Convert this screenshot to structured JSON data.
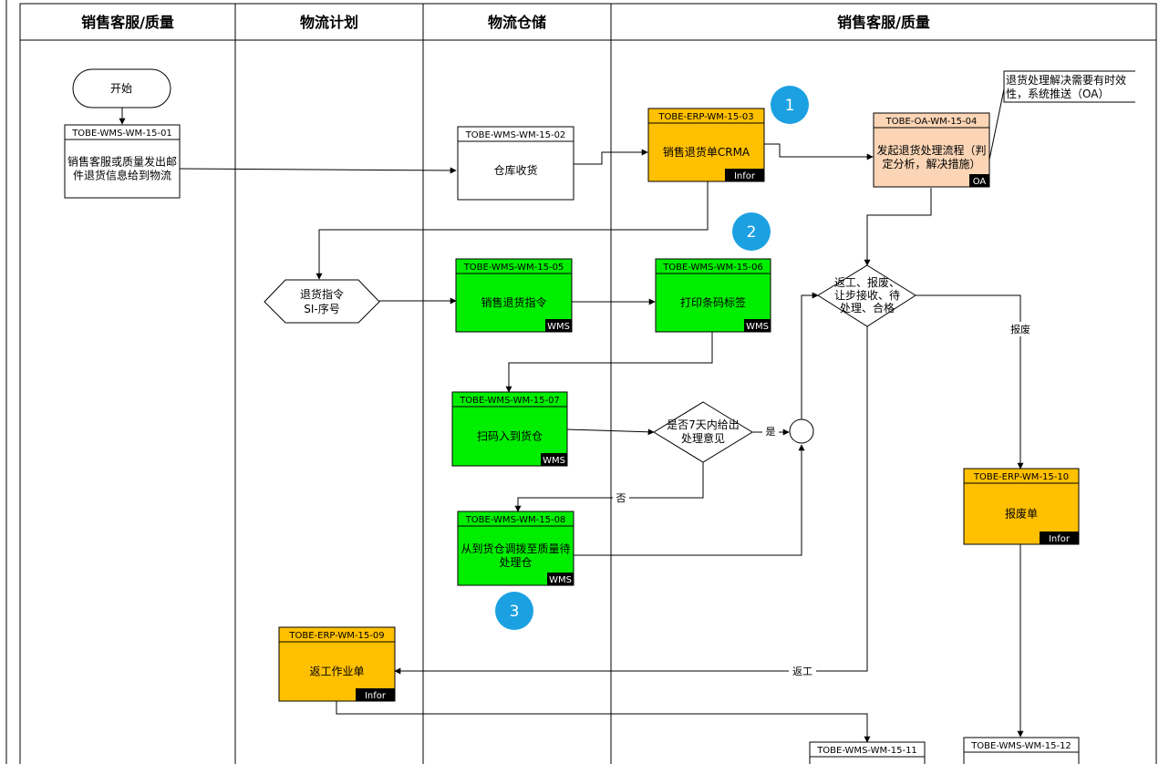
{
  "colors": {
    "green": "#00EE00",
    "orange": "#FFC000",
    "peach": "#FBD5B5",
    "white": "#FFFFFF",
    "badge": "#1BA1E2",
    "tag": "#000000"
  },
  "lanes": [
    {
      "title": "销售客服/质量"
    },
    {
      "title": "物流计划"
    },
    {
      "title": "物流仓储"
    },
    {
      "title": "销售客服/质量"
    }
  ],
  "terminator": {
    "label": "开始"
  },
  "boxes": [
    {
      "id": "TOBE-WMS-WM-15-01",
      "lines": [
        "销售客服或质量发出邮",
        "件退货信息给到物流"
      ],
      "color": "white",
      "tag": ""
    },
    {
      "id": "TOBE-WMS-WM-15-02",
      "lines": [
        "仓库收货"
      ],
      "color": "white",
      "tag": ""
    },
    {
      "id": "TOBE-ERP-WM-15-03",
      "lines": [
        "销售退货单CRMA"
      ],
      "color": "orange",
      "tag": "Infor"
    },
    {
      "id": "TOBE-OA-WM-15-04",
      "lines": [
        "发起退货处理流程（判",
        "定分析，解决措施）"
      ],
      "color": "peach",
      "tag": "OA"
    },
    {
      "id": "TOBE-WMS-WM-15-05",
      "lines": [
        "销售退货指令"
      ],
      "color": "green",
      "tag": "WMS"
    },
    {
      "id": "TOBE-WMS-WM-15-06",
      "lines": [
        "打印条码标签"
      ],
      "color": "green",
      "tag": "WMS"
    },
    {
      "id": "TOBE-WMS-WM-15-07",
      "lines": [
        "扫码入到货仓"
      ],
      "color": "green",
      "tag": "WMS"
    },
    {
      "id": "TOBE-WMS-WM-15-08",
      "lines": [
        "从到货仓调拨至质量待",
        "处理仓"
      ],
      "color": "green",
      "tag": "WMS"
    },
    {
      "id": "TOBE-ERP-WM-15-09",
      "lines": [
        "返工作业单"
      ],
      "color": "orange",
      "tag": "Infor"
    },
    {
      "id": "TOBE-ERP-WM-15-10",
      "lines": [
        "报废单"
      ],
      "color": "orange",
      "tag": "Infor"
    },
    {
      "id": "TOBE-WMS-WM-15-11",
      "lines": [],
      "color": "white",
      "tag": ""
    },
    {
      "id": "TOBE-WMS-WM-15-12",
      "lines": [],
      "color": "white",
      "tag": ""
    }
  ],
  "hexagon": {
    "lines": [
      "退货指令",
      "SI-序号"
    ]
  },
  "decisions": [
    {
      "lines": [
        "是否7天内给出",
        "处理意见"
      ]
    },
    {
      "lines": [
        "返工、报废、",
        "让步接收、待",
        "处理、合格"
      ]
    }
  ],
  "edge_labels": {
    "yes": "是",
    "no": "否",
    "scrap": "报废",
    "rework": "返工"
  },
  "note": {
    "lines": [
      "退货处理解决需要有时效",
      "性，系统推送（OA）"
    ]
  },
  "badges": [
    "1",
    "2",
    "3"
  ]
}
